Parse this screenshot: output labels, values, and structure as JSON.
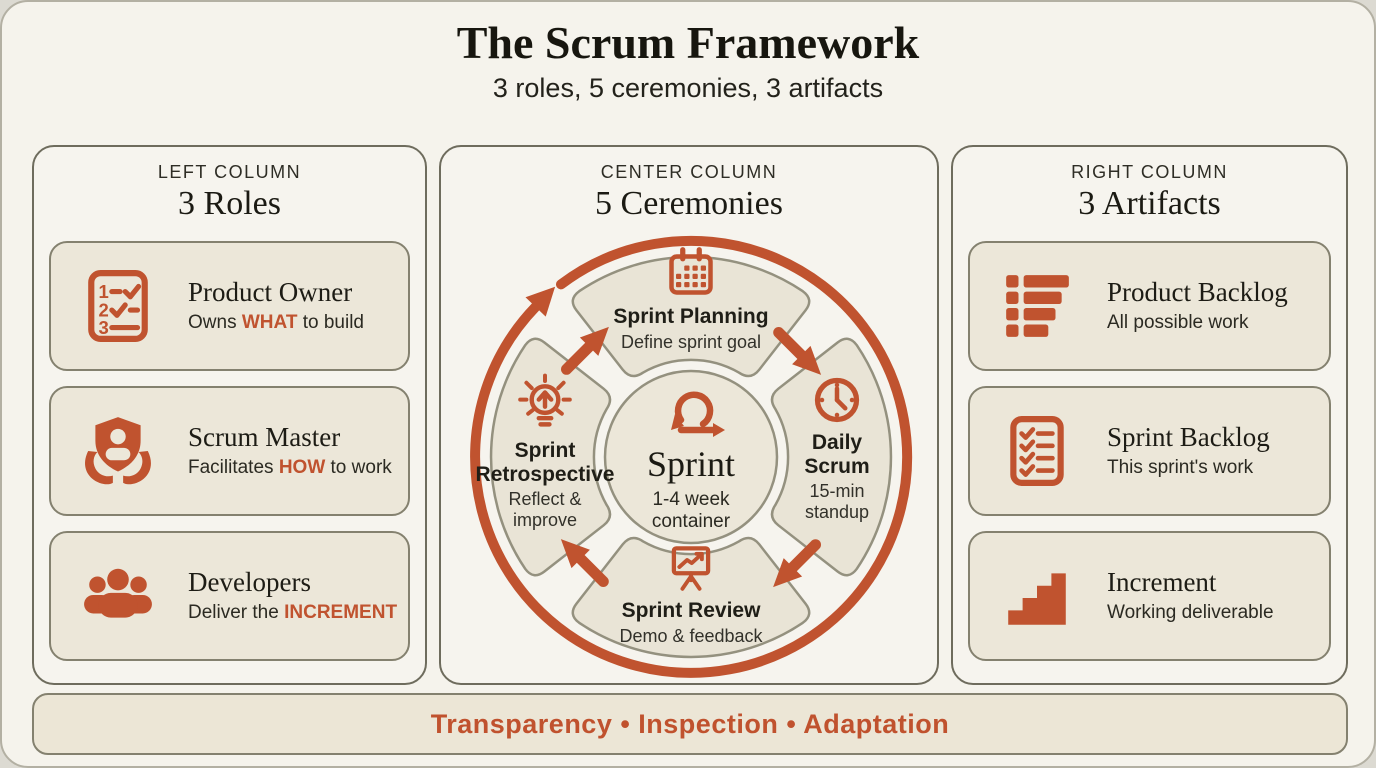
{
  "colors": {
    "accent": "#c0532f",
    "page_bg": "#f5f3ec",
    "panel_bg": "#f6f4ee",
    "card_bg": "#ece7d9",
    "panel_border": "#6e6c5d"
  },
  "header": {
    "title": "The Scrum Framework",
    "subtitle": "3 roles, 5 ceremonies, 3 artifacts"
  },
  "left_column": {
    "kicker": "LEFT COLUMN",
    "heading": "3 Roles",
    "cards": [
      {
        "icon": "numbered-list-icon",
        "title": "Product Owner",
        "desc_pre": "Owns ",
        "keyword": "WHAT",
        "desc_post": " to build"
      },
      {
        "icon": "shield-hands-icon",
        "title": "Scrum Master",
        "desc_pre": "Facilitates ",
        "keyword": "HOW",
        "desc_post": " to work"
      },
      {
        "icon": "team-icon",
        "title": "Developers",
        "desc_pre": "Deliver the ",
        "keyword": "INCREMENT",
        "desc_post": ""
      }
    ]
  },
  "center_column": {
    "kicker": "CENTER COLUMN",
    "heading": "5 Ceremonies",
    "cycle": {
      "top": {
        "icon": "calendar-icon",
        "title": "Sprint Planning",
        "desc": "Define sprint goal"
      },
      "right": {
        "icon": "clock-icon",
        "title": "Daily Scrum",
        "desc": "15-min standup"
      },
      "bottom": {
        "icon": "presentation-board-icon",
        "title": "Sprint Review",
        "desc": "Demo & feedback"
      },
      "left": {
        "icon": "lightbulb-icon",
        "title": "Sprint Retrospective",
        "desc": "Reflect & improve"
      },
      "center": {
        "icon": "sprint-loop-icon",
        "title": "Sprint",
        "desc": "1-4 week container"
      }
    }
  },
  "right_column": {
    "kicker": "RIGHT COLUMN",
    "heading": "3 Artifacts",
    "cards": [
      {
        "icon": "backlog-bars-icon",
        "title": "Product Backlog",
        "desc": "All possible work"
      },
      {
        "icon": "checklist-clipboard-icon",
        "title": "Sprint Backlog",
        "desc": "This sprint's work"
      },
      {
        "icon": "stairs-icon",
        "title": "Increment",
        "desc": "Working deliverable"
      }
    ]
  },
  "footer": {
    "text": "Transparency • Inspection • Adaptation"
  }
}
